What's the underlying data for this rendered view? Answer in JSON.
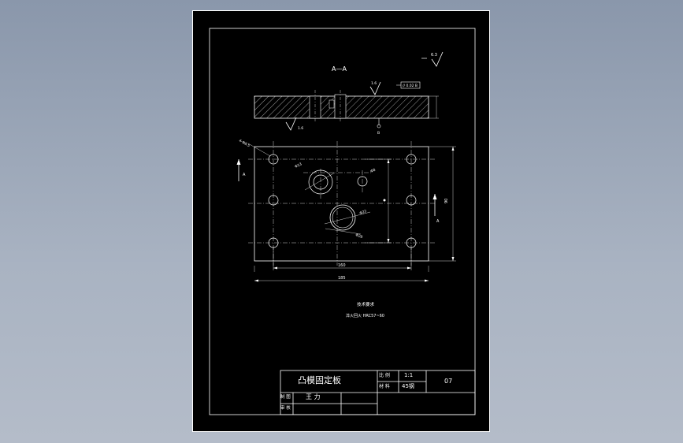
{
  "drawing": {
    "section_label": "A—A",
    "arrow_label": "A",
    "surface_finish_corner": "6.3",
    "surface_finish_top": "1.6",
    "surface_finish_bottom": "1.6",
    "parallelism": "// 0.02 B",
    "datum": "B",
    "dim_width_inner": "160",
    "dim_width_outer": "185",
    "dim_height": "90",
    "hole_label_corner": "4-Φ8.5",
    "hole_label_a": "Φ13",
    "hole_label_b": "Φ8",
    "hole_label_c": "Φ22",
    "hole_label_d": "Φ28",
    "tech_req_title": "技术要求",
    "tech_req_text": "淬火回火 HRC57~60"
  },
  "title_block": {
    "part_name": "凸模固定板",
    "scale_label": "比 例",
    "scale_value": "1:1",
    "material_label": "材 料",
    "material_value": "45钢",
    "drawing_number": "07",
    "drafter_label": "制 图",
    "drafter_name": "王    力",
    "checker_label": "审 核"
  }
}
